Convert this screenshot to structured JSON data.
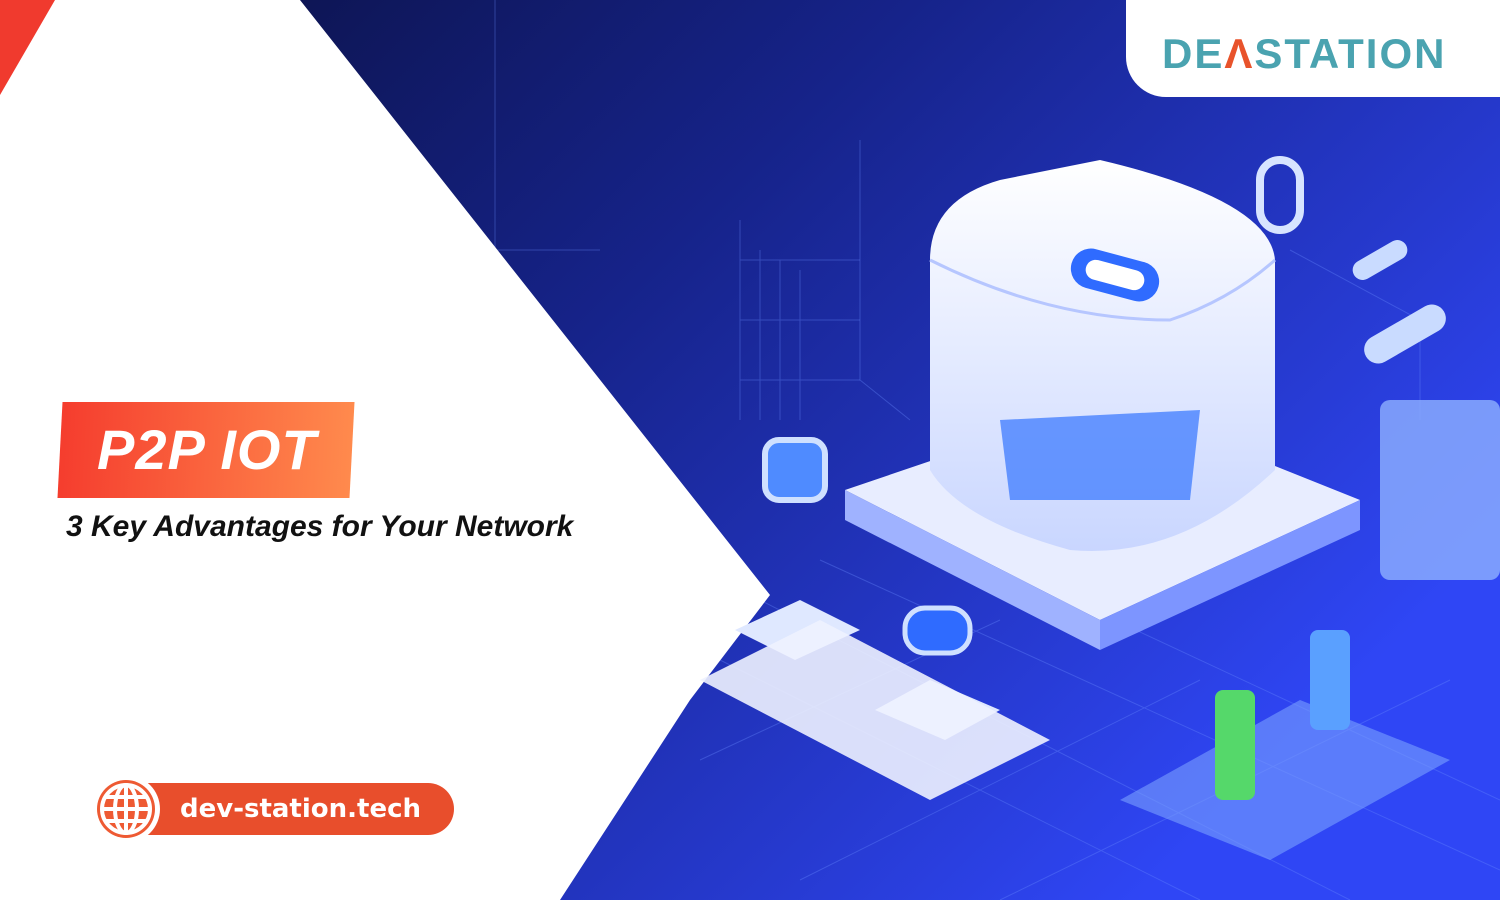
{
  "brand": {
    "logo_text_left": "DE",
    "logo_text_right": "STATION",
    "logo_full": "DEVSTATION"
  },
  "headline": {
    "title": "P2P IOT",
    "subtitle": "3 Key Advantages for Your Network"
  },
  "footer": {
    "url": "dev-station.tech",
    "icon": "globe-icon"
  },
  "colors": {
    "accent": "#e84e2c",
    "gradient_start": "#f53d2e",
    "gradient_end": "#ff8a4d",
    "logo_teal": "#4aa3b0",
    "navy": "#0b1450",
    "blue": "#2a3cf0"
  }
}
